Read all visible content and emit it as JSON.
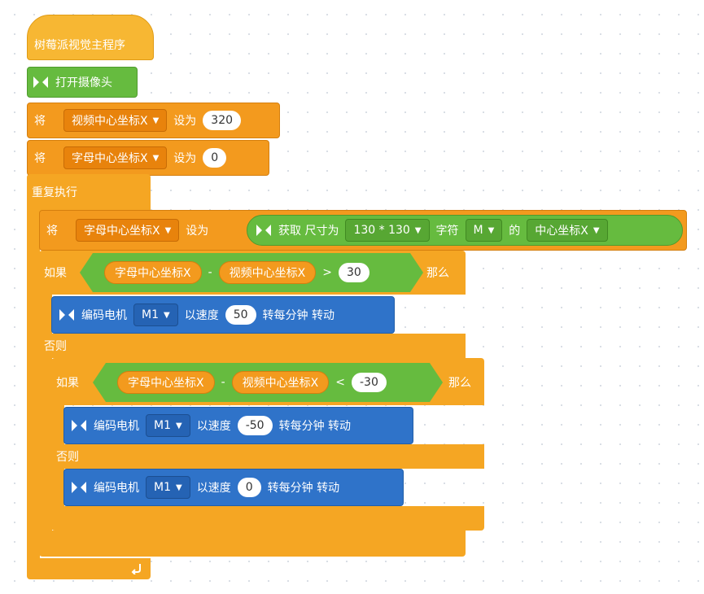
{
  "hat_label": "树莓派视觉主程序",
  "open_camera": "打开摄像头",
  "set1": {
    "word": "将",
    "var": "视频中心坐标X",
    "set_word": "设为",
    "value": "320"
  },
  "set2": {
    "word": "将",
    "var": "字母中心坐标X",
    "set_word": "设为",
    "value": "0"
  },
  "forever": "重复执行",
  "set3": {
    "word": "将",
    "var": "字母中心坐标X",
    "set_word": "设为",
    "get_label": "获取 尺寸为",
    "size": "130 * 130",
    "char_word": "字符",
    "char": "M",
    "of_word": "的",
    "prop": "中心坐标X"
  },
  "if1": {
    "if_word": "如果",
    "left_var": "字母中心坐标X",
    "minus": "-",
    "right_var": "视频中心坐标X",
    "op": ">",
    "value": "30",
    "then_word": "那么"
  },
  "motor1": {
    "label": "编码电机",
    "motor": "M1",
    "speed_word": "以速度",
    "speed": "50",
    "unit": "转每分钟 转动"
  },
  "else1": "否则",
  "if2": {
    "if_word": "如果",
    "left_var": "字母中心坐标X",
    "minus": "-",
    "right_var": "视频中心坐标X",
    "op": "<",
    "value": "-30",
    "then_word": "那么"
  },
  "motor2": {
    "label": "编码电机",
    "motor": "M1",
    "speed_word": "以速度",
    "speed": "-50",
    "unit": "转每分钟 转动"
  },
  "else2": "否则",
  "motor3": {
    "label": "编码电机",
    "motor": "M1",
    "speed_word": "以速度",
    "speed": "0",
    "unit": "转每分钟 转动"
  },
  "icons": {
    "extension": "extension-icon",
    "dropdown": "chevron-down-icon",
    "loop": "loop-arrow-icon"
  },
  "colors": {
    "event_hat": "#f7b733",
    "variable": "#f39a1e",
    "control": "#f5a623",
    "vision": "#66bb3f",
    "motor": "#2f73c9"
  }
}
